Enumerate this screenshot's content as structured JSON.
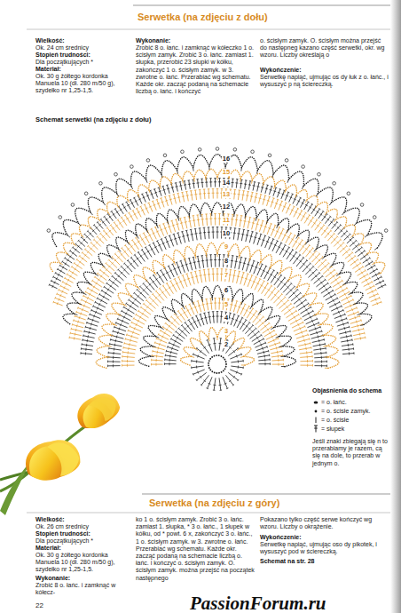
{
  "diagram": {
    "title": "Serwetka (na zdjęciu z dołu)",
    "labels": [
      "Wielkość:",
      "Ok. 24 cm średnicy",
      "Stopień trudności:",
      "Dla początkujących *",
      "Materiał:",
      "Ok. 30 g żółtego kordonka Manuela 10 (dł. 280 m/50 g), szydełko nr 1,25-1,5.",
      "Wykonanie:",
      "Zrobić 8 o. łańc. i zamknąć w kółeczko 1 o. ścisłym zamyk. Zrobić 3 o. łańc. zamiast 1. słupka, przerobić 23 słupki w kółku, zakończyć 1 o. ścisłym zamyk. w 3. zwrotne o. łańc. Przerabiać wg schematu. Każde okr. zacząć podaną na schemacie liczbą o. łańc. i kończyć",
      "o. ścisłym zamyk. O. ścisłym można przejść do następneg kazano część serwetki, okr. wg wzoru. Liczby określają o",
      "Wykończenie:",
      "Serwetkę napiąć, ujmując os dy łuk z o. łańc., i wysuszyć p ną ściereczką.",
      "Schemat serwetki (na zdjęciu z dołu)",
      "16",
      "15",
      "14",
      "13",
      "12",
      "11",
      "10",
      "9",
      "8",
      "7",
      "6",
      "5",
      "4",
      "3",
      "2",
      "Objaśnienia do schema",
      "Jeśli znaki zbiegają się n to przerabiamy je razem, cą się na dole, to przerab w jednym o.",
      "Serwetka (na zdjęciu z góry)",
      "Wielkość:",
      "Ok. 26 cm średnicy",
      "Stopień trudności:",
      "Dla początkujących *",
      "Materiał:",
      "Ok. 30 g żółtego kordonka Manuela 10 (dł. 280 m/50 g), szydełko nr 1,25-1,5.",
      "Wykonanie:",
      "Zrobić 8 o. łańc. i zamknąć w kółecz-",
      "ko 1 o. ścisłym zamyk. Zrobić 3 o. łańc. zamiast 1. słupka, * 3 o. łańc., 1 słupek w kółku, od * powt. 6 x, zakończyć 3 o. łańc., 1 o. ścisłym zamyk. w 3. zwrotne o. łańc. Przerabiać wg schematu. Każde okr. zacząć podaną na schemacie liczbą o. łańc. i kończyć o. ścisłym zamyk. O. ścisłym zamyk. można przejść na początek następnego",
      "Pokazano tylko część serwe kończyć wg wzoru. Liczby o okrążenie.",
      "Wykończenie:",
      "Serwetkę napiąć, ujmując oso dy pikotek, i wysuszyć pod w ściereczką.",
      "Schemat na str. 28",
      "22",
      "PassionForum.ru"
    ],
    "legend": [
      {
        "text": "= o. łańc."
      },
      {
        "text": "= o. ścisłe zamyk."
      },
      {
        "text": "= o. ścisłe"
      },
      {
        "text": "= słupek"
      }
    ]
  }
}
